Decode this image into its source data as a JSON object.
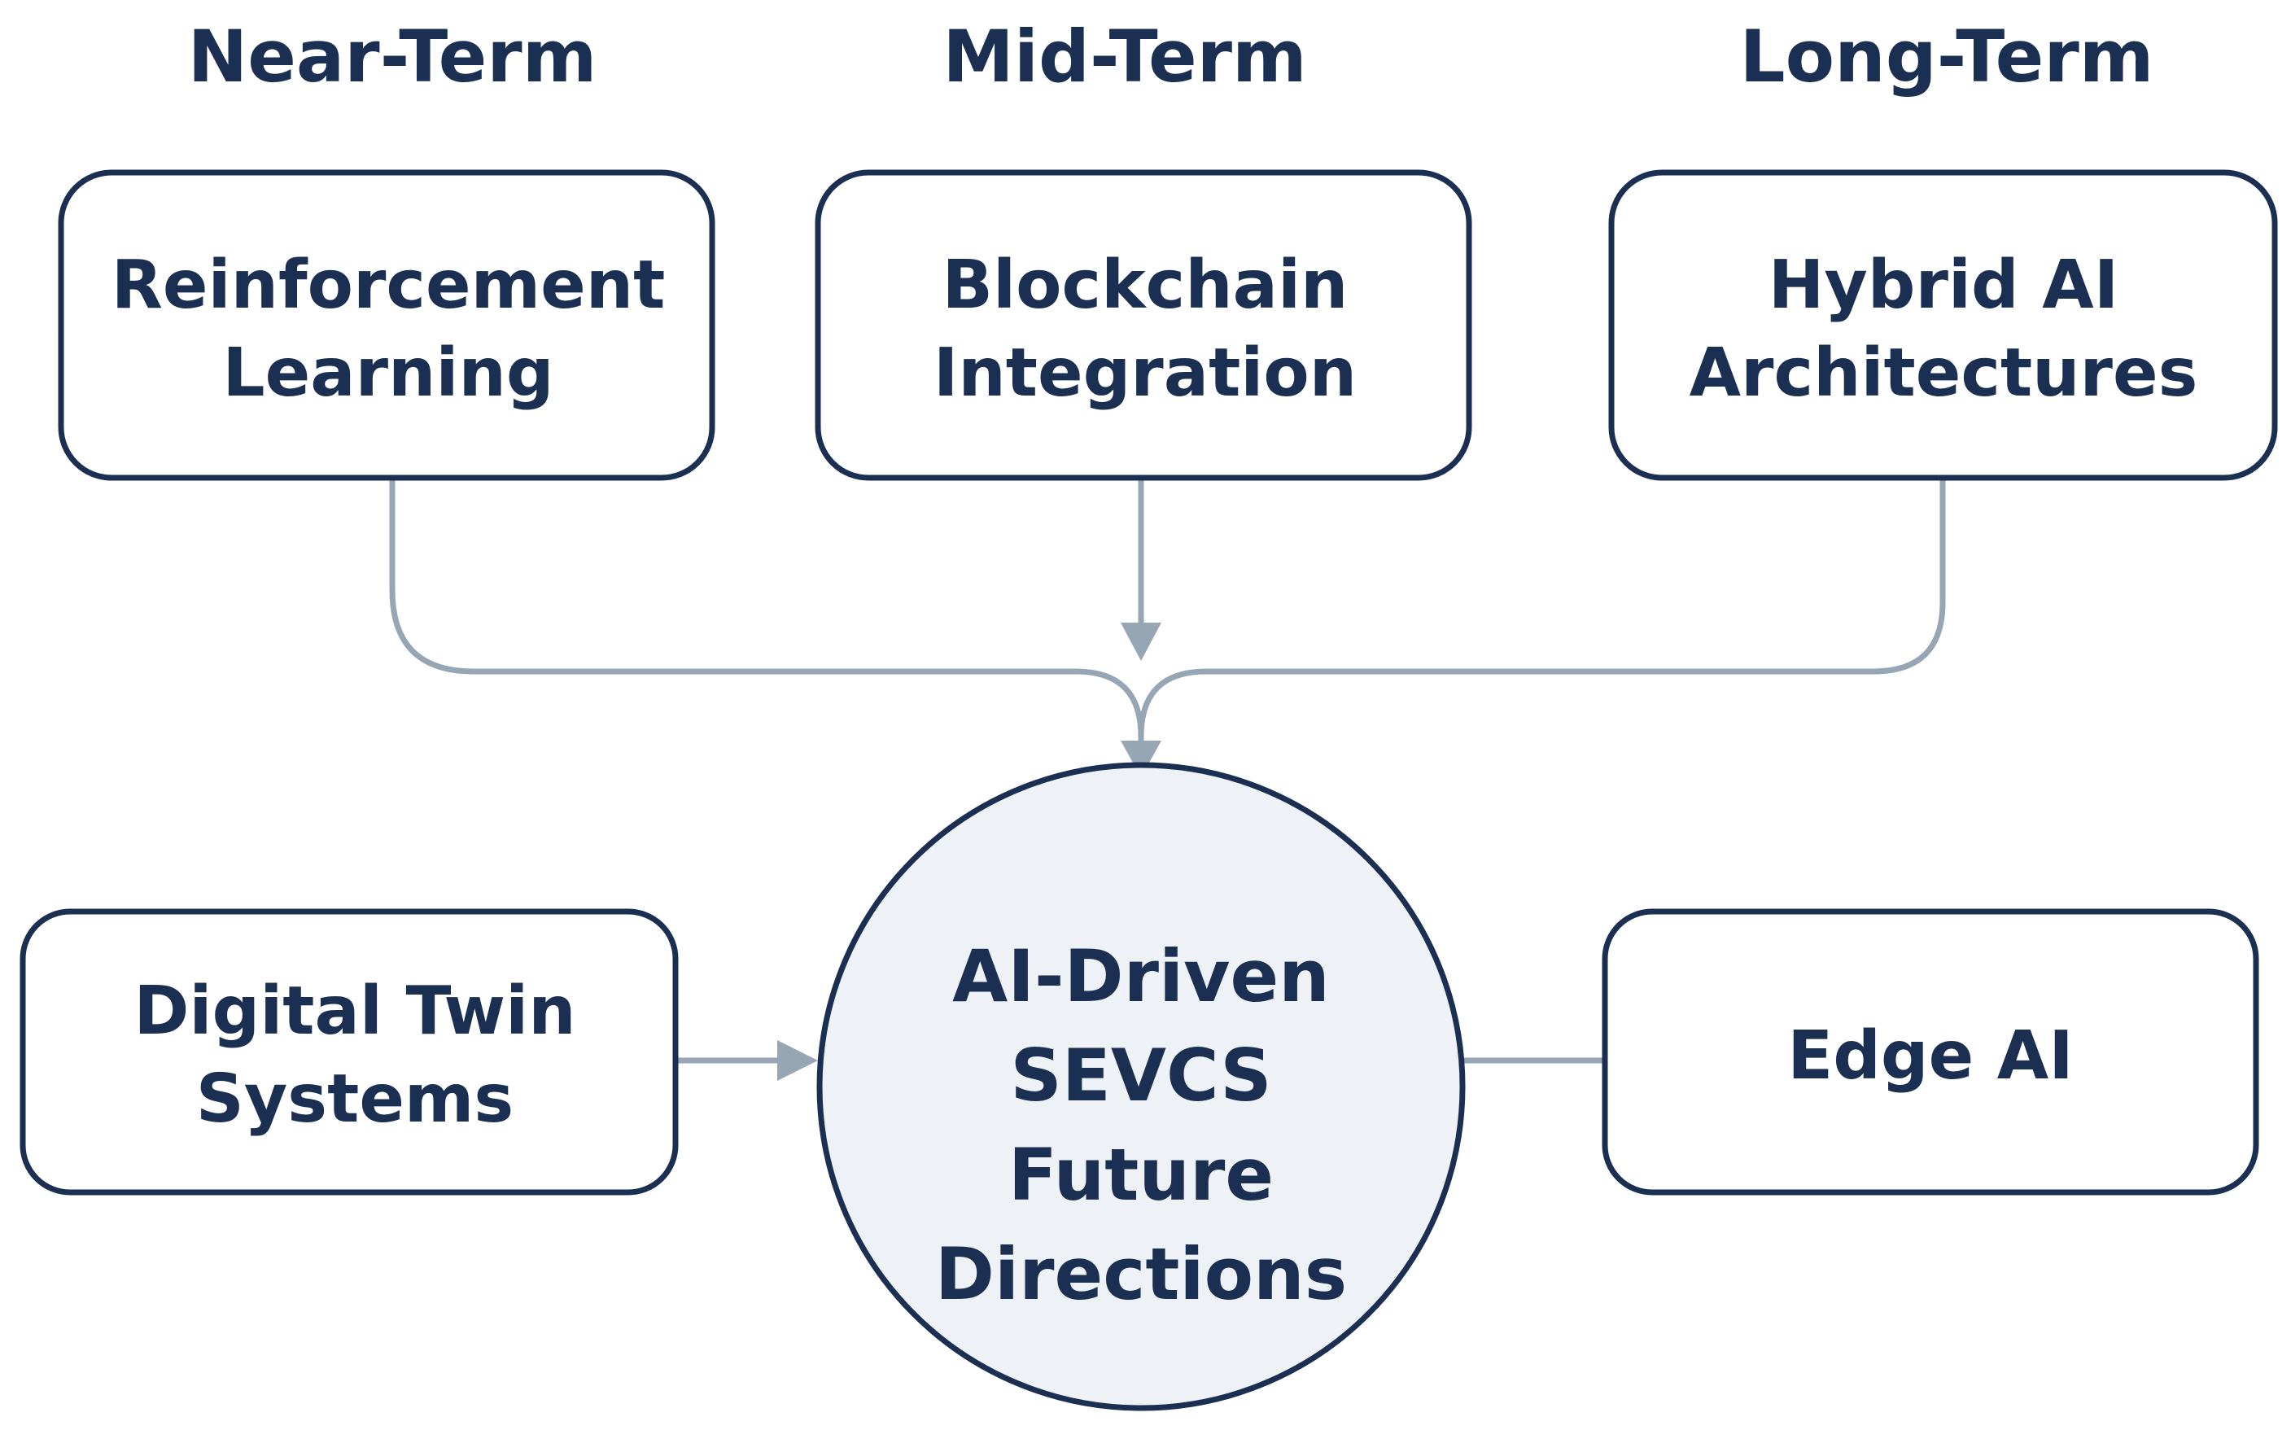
{
  "headings": {
    "near": "Near-Term",
    "mid": "Mid-Term",
    "long": "Long-Term"
  },
  "nodes": {
    "reinforcement": [
      "Reinforcement",
      "Learning"
    ],
    "blockchain": [
      "Blockchain",
      "Integration"
    ],
    "hybrid": [
      "Hybrid AI",
      "Architectures"
    ],
    "digital_twin": [
      "Digital Twin",
      "Systems"
    ],
    "edge": [
      "Edge AI"
    ],
    "hub": [
      "AI-Driven",
      "SEVCS",
      "Future",
      "Directions"
    ]
  },
  "colors": {
    "text": "#1b2f52",
    "border": "#1b2f52",
    "connector": "#97a6b4",
    "hub_fill": "#eef2f7"
  }
}
